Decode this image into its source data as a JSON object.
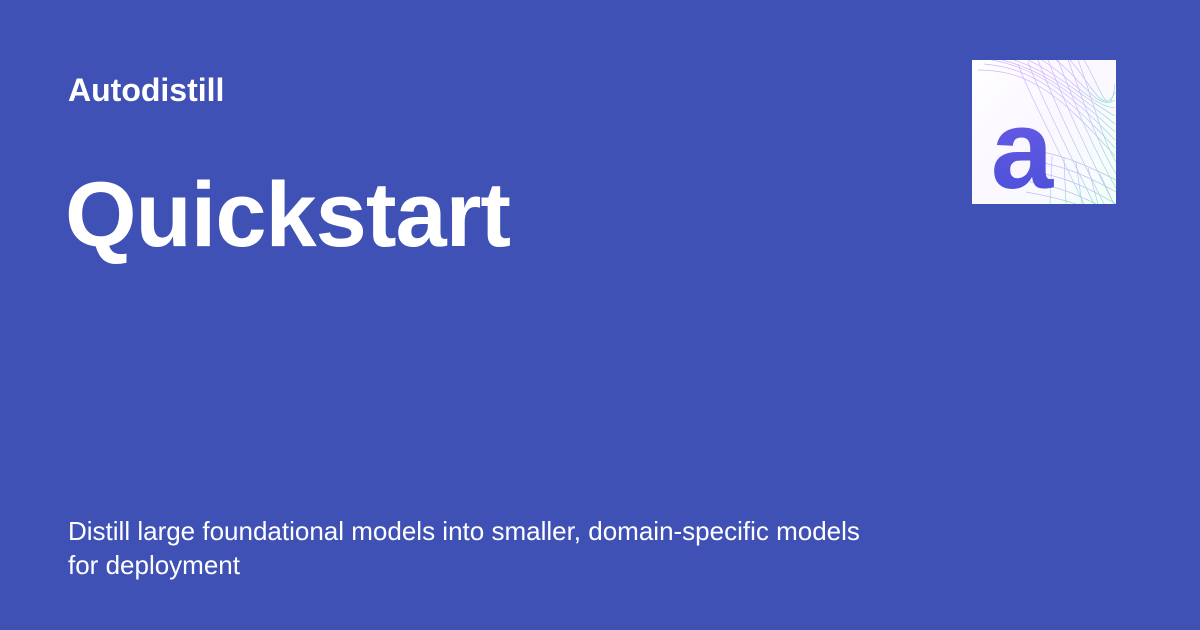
{
  "site": {
    "name": "Autodistill"
  },
  "page": {
    "title": "Quickstart",
    "description": "Distill large foundational models into smaller, domain-specific models for deployment"
  },
  "logo": {
    "letter": "a",
    "icon": "autodistill-logo-icon"
  },
  "colors": {
    "background": "#3f51b5",
    "text": "#ffffff",
    "logo_letter_top": "#6c5ce7",
    "logo_letter_bottom": "#4a4fd8",
    "logo_grid_top": "#c9a6ff",
    "logo_grid_bottom": "#7ed7cc"
  }
}
